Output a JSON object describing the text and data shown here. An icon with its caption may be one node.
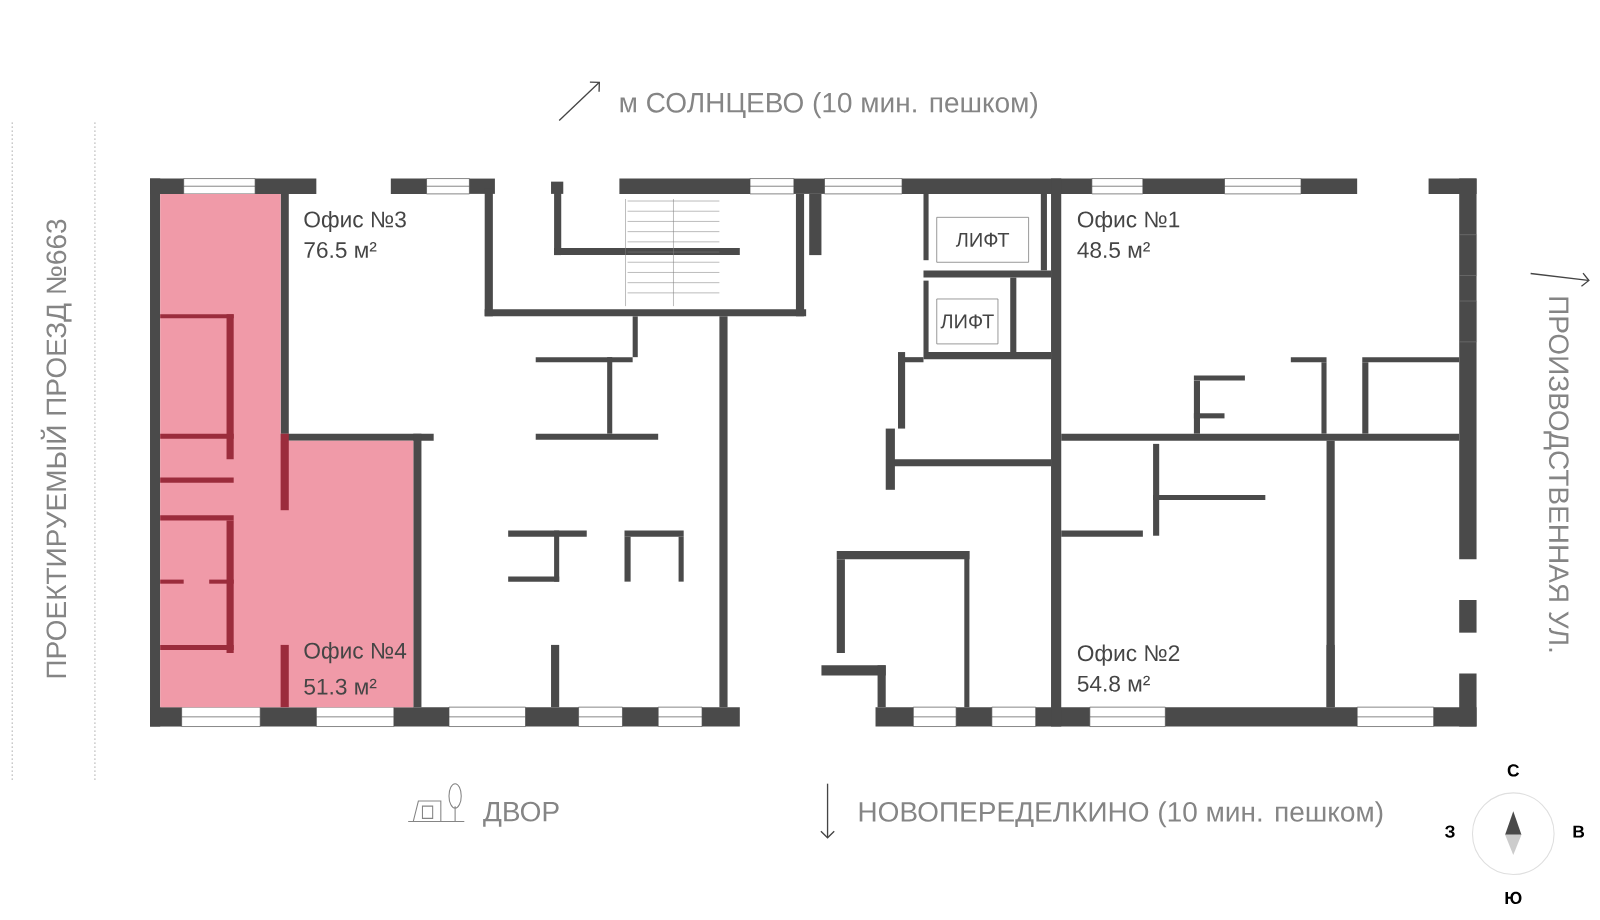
{
  "diagram": {
    "nodes": [
      {
        "text": [
          "Офис №4",
          "51.3 м²"
        ]
      },
      {
        "text": [
          "ЛИФТ"
        ]
      },
      {
        "text": [
          "ЛИФТ"
        ]
      }
    ],
    "labels": [
      "м СОЛНЦЕВО (10 мин. пешком)",
      "ПРОЕКТИРУЕМЫЙ ПРОЕЗД №663",
      "Офис №3",
      "76.5 м²",
      "Офис №1",
      "48.5 м²",
      "ПРОИЗВОДСТВЕННАЯ УЛ.",
      "Офис №2",
      "54.8 м²",
      "С",
      "ДВОР",
      "НОВОПЕРЕДЕЛКИНО (10 мин. пешком)",
      "З",
      "В",
      "Ю"
    ]
  }
}
